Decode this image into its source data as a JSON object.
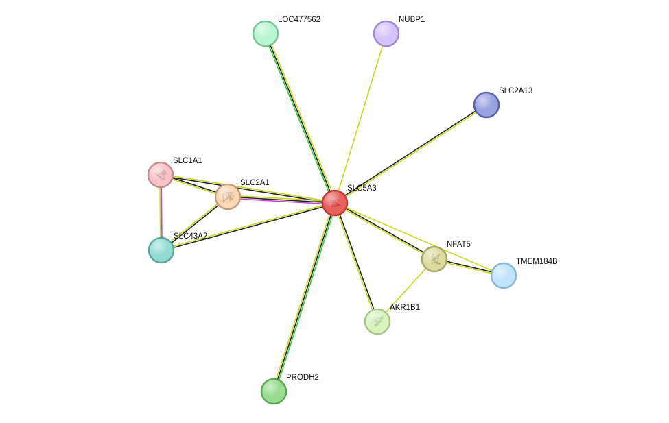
{
  "network": {
    "center_node": "SLC5A3",
    "nodes": [
      {
        "id": "SLC5A3",
        "label": "SLC5A3",
        "color": "#e8605c",
        "border": "#c23a36",
        "glyph": "protein-structure"
      },
      {
        "id": "LOC477562",
        "label": "LOC477562",
        "color": "#b8f5d2",
        "border": "#79c49a",
        "glyph": "none"
      },
      {
        "id": "NUBP1",
        "label": "NUBP1",
        "color": "#d4c3fa",
        "border": "#9f87d6",
        "glyph": "none"
      },
      {
        "id": "SLC2A13",
        "label": "SLC2A13",
        "color": "#99a2e0",
        "border": "#5961a8",
        "glyph": "none"
      },
      {
        "id": "SLC1A1",
        "label": "SLC1A1",
        "color": "#f7c3c8",
        "border": "#c48c8f",
        "glyph": "protein-structure"
      },
      {
        "id": "SLC2A1",
        "label": "SLC2A1",
        "color": "#fad7b2",
        "border": "#c69c7a",
        "glyph": "protein-structure"
      },
      {
        "id": "SLC43A2",
        "label": "SLC43A2",
        "color": "#93dcd3",
        "border": "#5aa69b",
        "glyph": "none"
      },
      {
        "id": "NFAT5",
        "label": "NFAT5",
        "color": "#dcdb9f",
        "border": "#a6a565",
        "glyph": "protein-structure"
      },
      {
        "id": "TMEM184B",
        "label": "TMEM184B",
        "color": "#c0e3fa",
        "border": "#8ab6d2",
        "glyph": "none"
      },
      {
        "id": "AKR1B1",
        "label": "AKR1B1",
        "color": "#d9f3bd",
        "border": "#a3c688",
        "glyph": "protein-structure"
      },
      {
        "id": "PRODH2",
        "label": "PRODH2",
        "color": "#97dc8e",
        "border": "#5ea557",
        "glyph": "none"
      }
    ],
    "edges": [
      {
        "source": "SLC5A3",
        "target": "LOC477562",
        "evidence": [
          "#33cc33",
          "#222222",
          "#c8d820"
        ]
      },
      {
        "source": "SLC5A3",
        "target": "NUBP1",
        "evidence": [
          "#c8d820"
        ]
      },
      {
        "source": "SLC5A3",
        "target": "SLC2A13",
        "evidence": [
          "#222222",
          "#c8d820"
        ]
      },
      {
        "source": "SLC5A3",
        "target": "SLC1A1",
        "evidence": [
          "#222222",
          "#c8d820"
        ]
      },
      {
        "source": "SLC5A3",
        "target": "SLC2A1",
        "evidence": [
          "#cc44cc",
          "#222222",
          "#c8d820"
        ]
      },
      {
        "source": "SLC5A3",
        "target": "SLC43A2",
        "evidence": [
          "#222222",
          "#c8d820"
        ]
      },
      {
        "source": "SLC5A3",
        "target": "NFAT5",
        "evidence": [
          "#222222",
          "#c8d820"
        ]
      },
      {
        "source": "SLC5A3",
        "target": "TMEM184B",
        "evidence": [
          "#c8d820"
        ]
      },
      {
        "source": "SLC5A3",
        "target": "AKR1B1",
        "evidence": [
          "#222222",
          "#c8d820"
        ]
      },
      {
        "source": "SLC5A3",
        "target": "PRODH2",
        "evidence": [
          "#33cc33",
          "#222222",
          "#c8d820"
        ]
      },
      {
        "source": "SLC1A1",
        "target": "SLC2A1",
        "evidence": [
          "#222222",
          "#c8d820"
        ]
      },
      {
        "source": "SLC1A1",
        "target": "SLC43A2",
        "evidence": [
          "#cc44cc",
          "#c8d820"
        ]
      },
      {
        "source": "SLC2A1",
        "target": "SLC43A2",
        "evidence": [
          "#222222",
          "#c8d820"
        ]
      },
      {
        "source": "NFAT5",
        "target": "TMEM184B",
        "evidence": [
          "#222222",
          "#c8d820"
        ]
      },
      {
        "source": "NFAT5",
        "target": "AKR1B1",
        "evidence": [
          "#c8d820"
        ]
      }
    ]
  }
}
